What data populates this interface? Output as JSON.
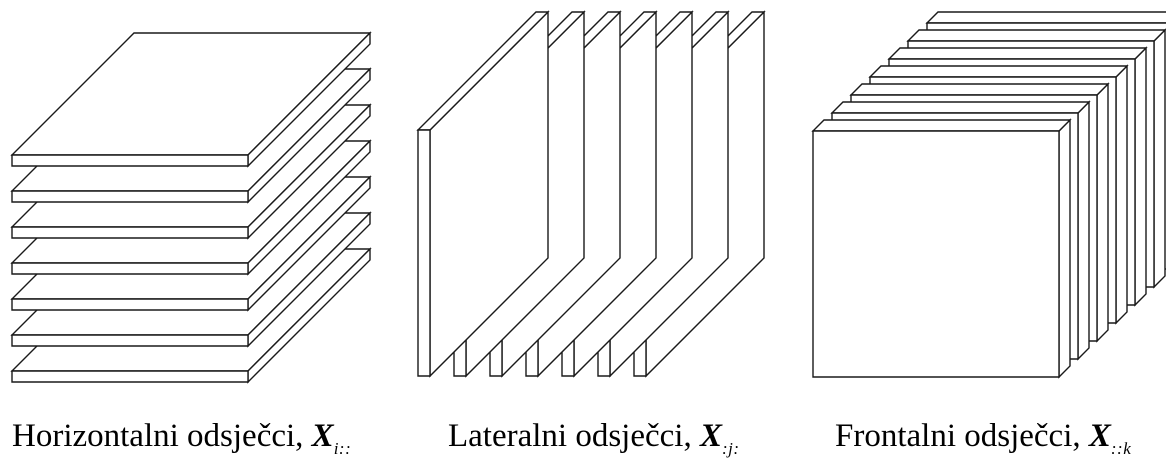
{
  "captions": [
    {
      "text": "Horizontalni odsječci, ",
      "var": "X",
      "sub": "i::"
    },
    {
      "text": "Lateralni odsječci, ",
      "var": "X",
      "sub": ":j:"
    },
    {
      "text": "Frontalni odsječci, ",
      "var": "X",
      "sub": "::k"
    }
  ],
  "colors": {
    "stroke": "#1a1a1a",
    "fill": "#ffffff"
  }
}
